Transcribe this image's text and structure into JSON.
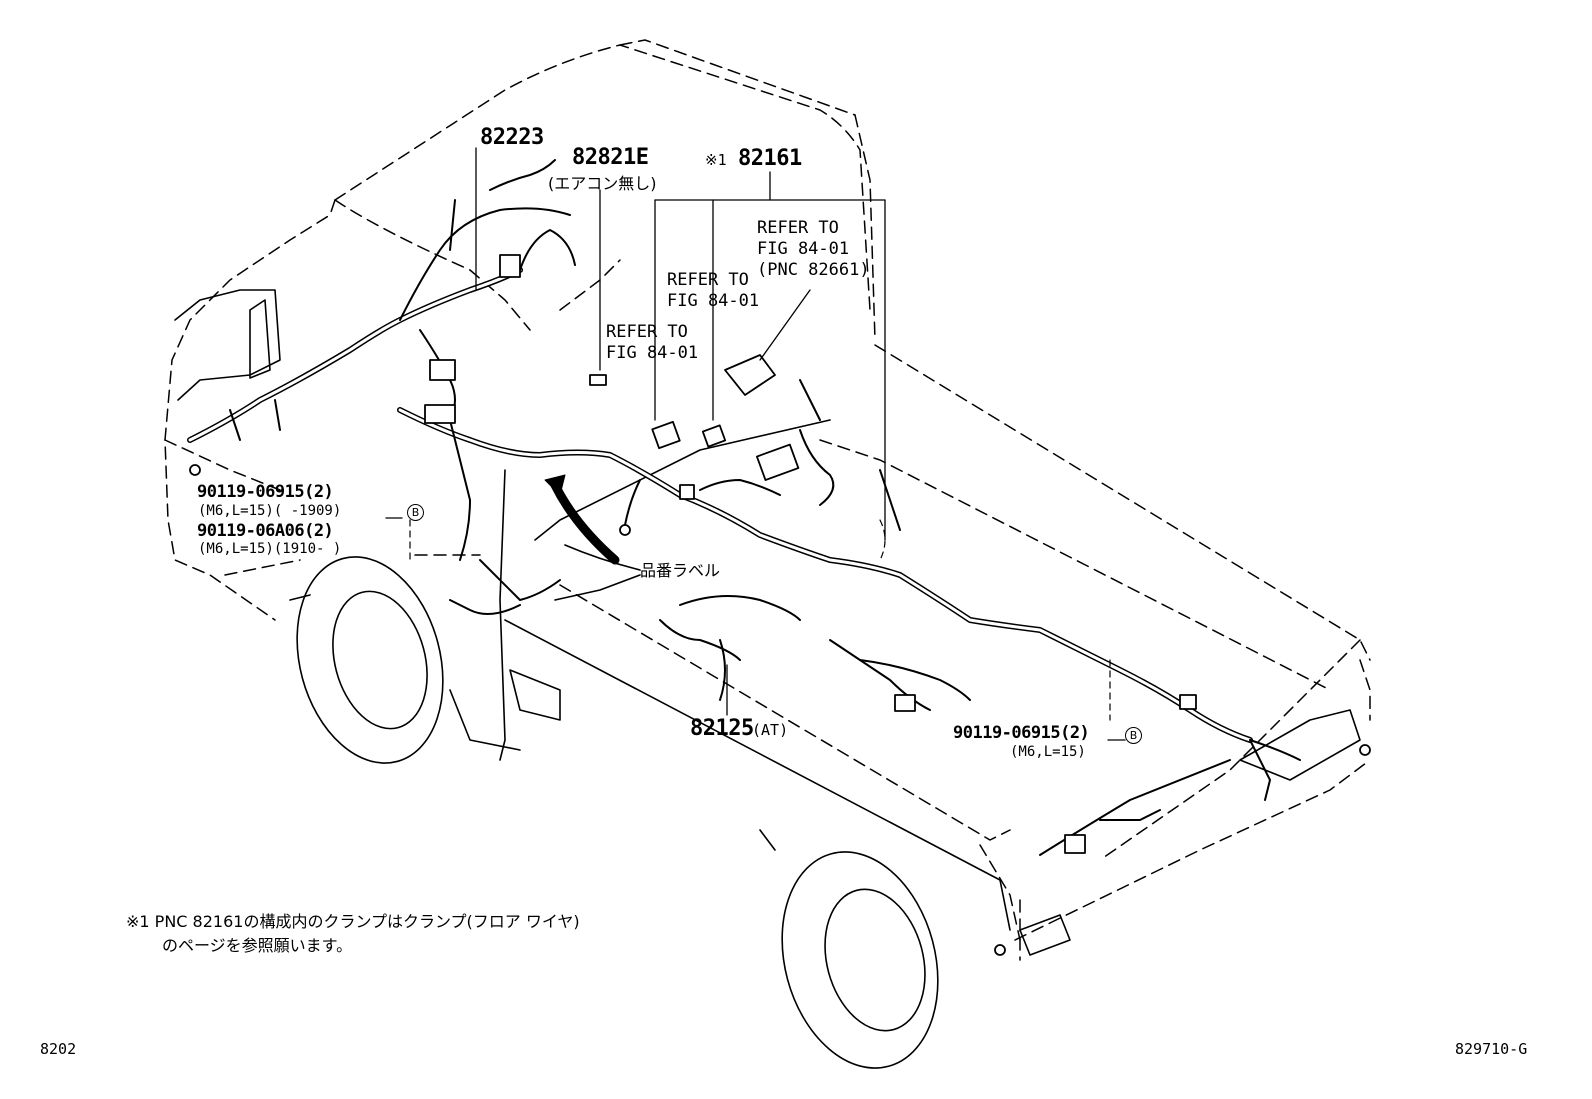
{
  "part_numbers": {
    "p82223": "82223",
    "p82821e": "82821E",
    "p82821e_note": "(エアコン無し)",
    "p82161_mark": "※1",
    "p82161": "82161",
    "p82125": "82125",
    "p82125_note": "(AT)"
  },
  "refer_notes": {
    "ref1_line1": "REFER TO",
    "ref1_line2": "FIG 84-01",
    "ref1_line3": "(PNC 82661)",
    "ref2_line1": "REFER TO",
    "ref2_line2": "FIG 84-01",
    "ref3_line1": "REFER TO",
    "ref3_line2": "FIG 84-01"
  },
  "bolts": {
    "left_a": "90119-06915(2)",
    "left_a_spec": "(M6,L=15)(      -1909)",
    "left_b": "90119-06A06(2)",
    "left_b_spec": "(M6,L=15)(1910-      )",
    "left_marker": "B",
    "right": "90119-06915(2)",
    "right_spec": "(M6,L=15)",
    "right_marker": "B"
  },
  "label_note": "品番ラベル",
  "footnote": {
    "line1": "※1 PNC 82161の構成内のクランプはクランプ(フロア ワイヤ)",
    "line2": "のページを参照願います。"
  },
  "page_code_left": "8202",
  "page_code_right": "829710-G"
}
